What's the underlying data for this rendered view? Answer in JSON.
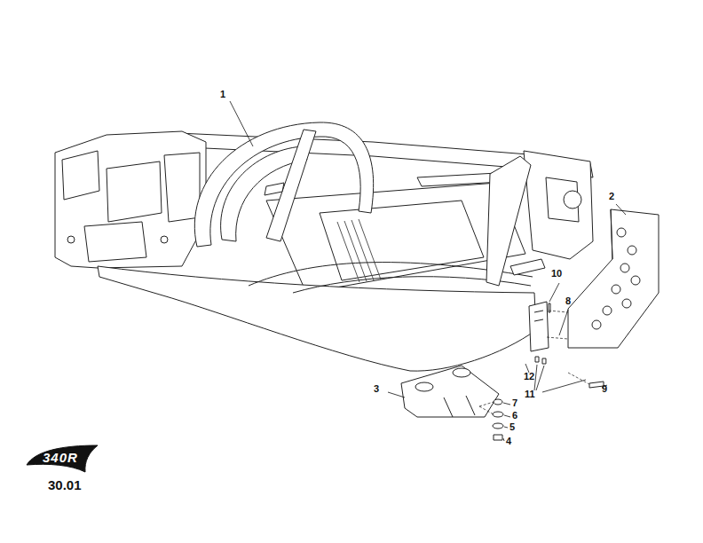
{
  "diagram": {
    "labels": [
      "1",
      "2",
      "10",
      "8",
      "12",
      "11",
      "9",
      "3",
      "7",
      "6",
      "5",
      "4",
      "340R",
      "30.01"
    ]
  }
}
